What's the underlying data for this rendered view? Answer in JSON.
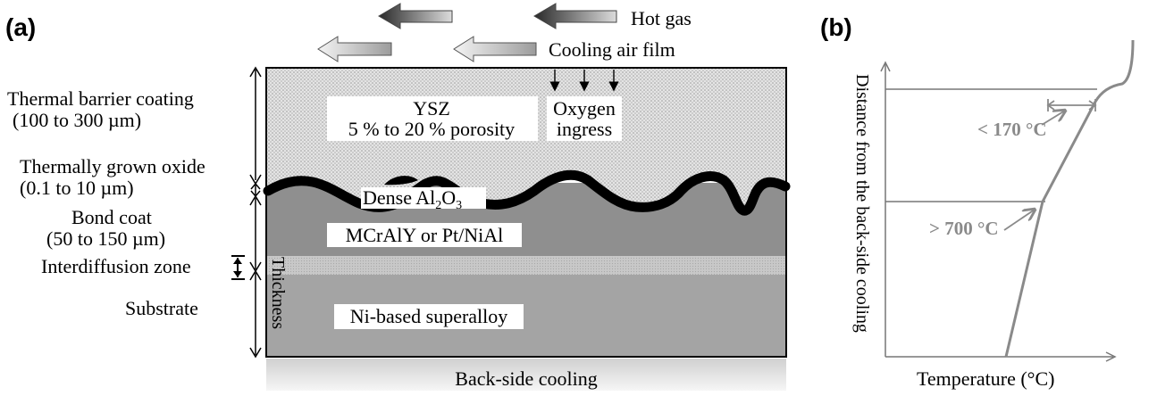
{
  "panel_a": {
    "panel_label": "(a)",
    "top": {
      "hot_gas": "Hot gas",
      "cooling_air_film": "Cooling air film"
    },
    "layers_left": {
      "tbc_title": "Thermal barrier coating",
      "tbc_range": "(100 to 300 µm)",
      "tgo_title": "Thermally grown oxide",
      "tgo_range": "(0.1 to 10 µm)",
      "bond_title": "Bond coat",
      "bond_range": "(50 to 150 µm)",
      "interdiffusion": "Interdiffusion zone",
      "substrate": "Substrate"
    },
    "inner": {
      "ysz": "YSZ",
      "porosity": "5 % to 20 % porosity",
      "oxygen": "Oxygen",
      "ingress": "ingress",
      "dense_prefix": "Dense Al",
      "dense_sub1": "2",
      "dense_mid": "O",
      "dense_sub2": "3",
      "bond_material": "MCrAlY or Pt/NiAl",
      "substrate_material": "Ni-based superalloy",
      "thickness": "Thickness"
    },
    "bottom": {
      "back_side_cooling": "Back-side cooling"
    }
  },
  "panel_b": {
    "panel_label": "(b)",
    "y_axis_label": "Distance from the back-side cooling",
    "x_axis_label": "Temperature (°C)",
    "annotation_upper": "< 170 °C",
    "annotation_lower": "> 700 °C"
  },
  "colors": {
    "tbc": "#d6d6d6",
    "bond_coat": "#8f8f8f",
    "substrate": "#a4a4a4",
    "tgo": "#000000",
    "arrow_gray": "#8a8a8a"
  }
}
